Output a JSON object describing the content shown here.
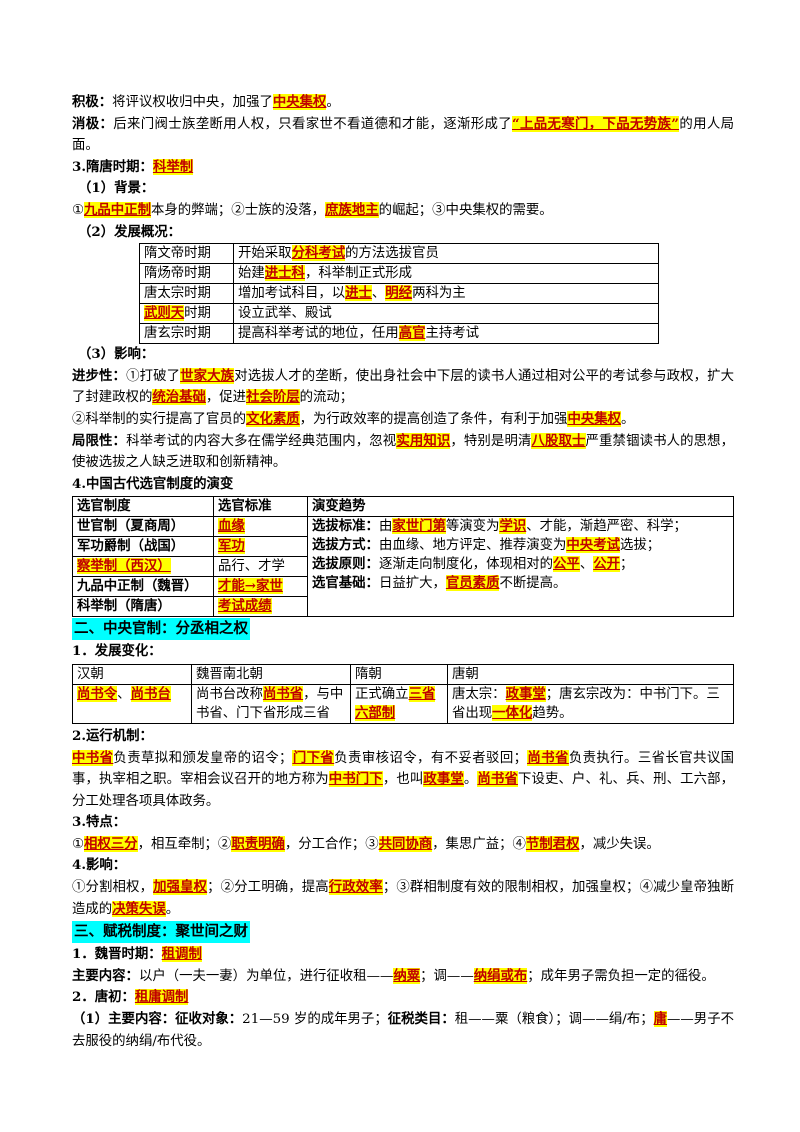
{
  "jiji": {
    "label": "积极：",
    "t1": "将评议权收归中央，加强了",
    "h1": "中央集权",
    "t2": "。"
  },
  "xiaoji": {
    "label": "消极：",
    "t1": "后来门阀士族垄断用人权，只看家世不看道德和才能，逐渐形成了",
    "h1": "“上品无寒门，下品无势族”",
    "t2": "的用人局面。"
  },
  "sui_tang": {
    "title": "3.隋唐时期：",
    "h": "科举制"
  },
  "bg": {
    "title": "（1）背景：",
    "t0": "①",
    "h1": "九品中正制",
    "t1": "本身的弊端；②士族的没落，",
    "h2": "庶族地主",
    "t2": "的崛起；③中央集权的需要。"
  },
  "dev": {
    "title": "（2）发展概况：",
    "rows": [
      {
        "period": "隋文帝时期",
        "t1": "开始采取",
        "h1": "分科考试",
        "t2": "的方法选拔官员"
      },
      {
        "period": "隋炀帝时期",
        "t1": "始建",
        "h1": "进士科",
        "t2": "，科举制正式形成"
      },
      {
        "period": "唐太宗时期",
        "t1": "增加考试科目，以",
        "h1": "进士",
        "t2": "、",
        "h2": "明经",
        "t3": "两科为主"
      },
      {
        "period_h": "武则天",
        "period_t": "时期",
        "t1": "设立武举、殿试"
      },
      {
        "period": "唐玄宗时期",
        "t1": "提高科举考试的地位，任用",
        "h1": "高官",
        "t2": "主持考试"
      }
    ]
  },
  "impact": {
    "title": "（3）影响：",
    "prog_label": "进步性：",
    "p1": "①打破了",
    "p1h1": "世家大族",
    "p2": "对选拔人才的垄断，使出身社会中下层的读书人通过相对公平的考试参与政权，扩大了封建政权的",
    "p2h": "统治基础",
    "p3": "，促进",
    "p3h": "社会阶层",
    "p4": "的流动；",
    "q1": "②科举制的实行提高了官员的",
    "q1h": "文化素质",
    "q2": "，为行政效率的提高创造了条件，有利于加强",
    "q2h": "中央集权",
    "q3": "。",
    "lim_label": "局限性：",
    "l1": "科举考试的内容大多在儒学经典范围内，忽视",
    "l1h": "实用知识",
    "l2": "，特别是明清",
    "l2h": "八股取士",
    "l3": "严重禁锢读书人的思想，使被选拔之人缺乏进取和创新精神。"
  },
  "evo": {
    "title": "4.中国古代选官制度的演变",
    "h_sys": "选官制度",
    "h_std": "选官标准",
    "h_trend": "演变趋势",
    "r1_sys": "世官制（夏商周）",
    "r1_std": "血缘",
    "r2_sys": "军功爵制（战国）",
    "r2_std": "军功",
    "r3_sys": "察举制（西汉）",
    "r3_std": "品行、才学",
    "r4_sys": "九品中正制（魏晋）",
    "r4_std": "才能→家世",
    "r5_sys": "科举制（隋唐）",
    "r5_std": "考试成绩",
    "tr1_label": "选拔标准：",
    "tr1_t1": "由",
    "tr1_h1": "家世门第",
    "tr1_t2": "等演变为",
    "tr1_h2": "学识",
    "tr1_t3": "、才能，渐趋严密、科学；",
    "tr2_label": "选拔方式：",
    "tr2_t1": "由血缘、地方评定、推荐演变为",
    "tr2_h1": "中央考试",
    "tr2_t2": "选拔；",
    "tr3_label": "选拔原则：",
    "tr3_t1": "逐渐走向制度化，体现相对的",
    "tr3_h1": "公平",
    "tr3_t2": "、",
    "tr3_h2": "公开",
    "tr3_t3": "；",
    "tr4_label": "选官基础：",
    "tr4_t1": "日益扩大，",
    "tr4_h1": "官员素质",
    "tr4_t2": "不断提高。"
  },
  "sec2": {
    "title": "二、中央官制：分丞相之权"
  },
  "change": {
    "title": "1．发展变化：",
    "c1": "汉朝",
    "c2": "魏晋南北朝",
    "c3": "隋朝",
    "c4": "唐朝",
    "han_h1": "尚书令",
    "han_t": "、",
    "han_h2": "尚书台",
    "wj_t1": "尚书台改称",
    "wj_h1": "尚书省",
    "wj_t2": "，与中书省、门下省形成三省",
    "sui_t1": "正式确立",
    "sui_h1": "三省",
    "sui_h2": "六部制",
    "tang_t1": "唐太宗：",
    "tang_h1": "政事堂",
    "tang_t2": "；唐玄宗改为：中书门下。三省出现",
    "tang_h2": "一体化",
    "tang_t3": "趋势。"
  },
  "mech": {
    "title": "2.运行机制：",
    "h1": "中书省",
    "t1": "负责草拟和颁发皇帝的诏令；",
    "h2": "门下省",
    "t2": "负责审核诏令，有不妥者驳回；",
    "h3": "尚书省",
    "t3": "负责执行。三省长官共议国事，执宰相之职。宰相会议召开的地方称为",
    "h4": "中书门下",
    "t4": "，也叫",
    "h5": "政事堂",
    "t5": "。",
    "h6": "尚书省",
    "t6": "下设吏、户、礼、兵、刑、工六部，分工处理各项具体政务。"
  },
  "feat": {
    "title": "3.特点：",
    "t0": "①",
    "h1": "相权三分",
    "t1": "，相互牵制；②",
    "h2": "职责明确",
    "t2": "，分工合作；③",
    "h3": "共同协商",
    "t3": "，集思广益；④",
    "h4": "节制君权",
    "t4": "，减少失误。"
  },
  "effect": {
    "title": "4.影响：",
    "t0": "①分割相权，",
    "h1": "加强皇权",
    "t1": "；②分工明确，提高",
    "h2": "行政效率",
    "t2": "；③群相制度有效的限制相权，加强皇权；④减少皇帝独断造成的",
    "h3": "决策失误",
    "t3": "。"
  },
  "sec3": {
    "title": "三、赋税制度：聚世间之财"
  },
  "wj_tax": {
    "title": "1．魏晋时期：",
    "h": "租调制",
    "label": "主要内容：",
    "t1": "以户（一夫一妻）为单位，进行征收租——",
    "h1": "纳粟",
    "t2": "；调——",
    "h2": "纳绢或布",
    "t3": "；成年男子需负担一定的徭役。"
  },
  "tang_tax": {
    "title": "2．唐初：",
    "h": "租庸调制",
    "label1": "（1）主要内容：",
    "label2": "征收对象：",
    "t1": "21—59 岁的成年男子；",
    "label3": "征税类目：",
    "t2": "租——粟（粮食）；调——绢/布；",
    "h1": "庸",
    "t3": "——男子不去服役的纳绢/布代役。"
  }
}
